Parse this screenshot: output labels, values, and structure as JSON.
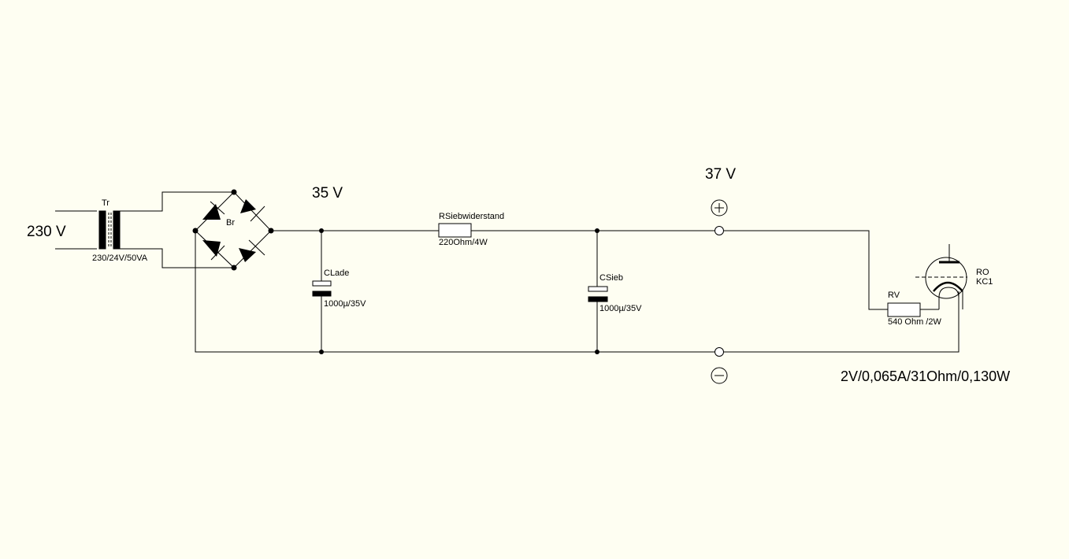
{
  "voltages": {
    "input": "230 V",
    "lade": "35 V",
    "out": "37 V"
  },
  "transformer": {
    "name": "Tr",
    "value": "230/24V/50VA"
  },
  "bridge": {
    "name": "Br"
  },
  "clade": {
    "name": "CLade",
    "value": "1000µ/35V"
  },
  "rsieb": {
    "name": "RSiebwiderstand",
    "value": "220Ohm/4W"
  },
  "csieb": {
    "name": "CSieb",
    "value": "1000µ/35V"
  },
  "rv": {
    "name": "RV",
    "value": "540 Ohm /2W"
  },
  "tube": {
    "name": "RO",
    "type": "KC1"
  },
  "terminals": {
    "plus": "+",
    "minus": "−"
  },
  "heater_spec": "2V/0,065A/31Ohm/0,130W"
}
